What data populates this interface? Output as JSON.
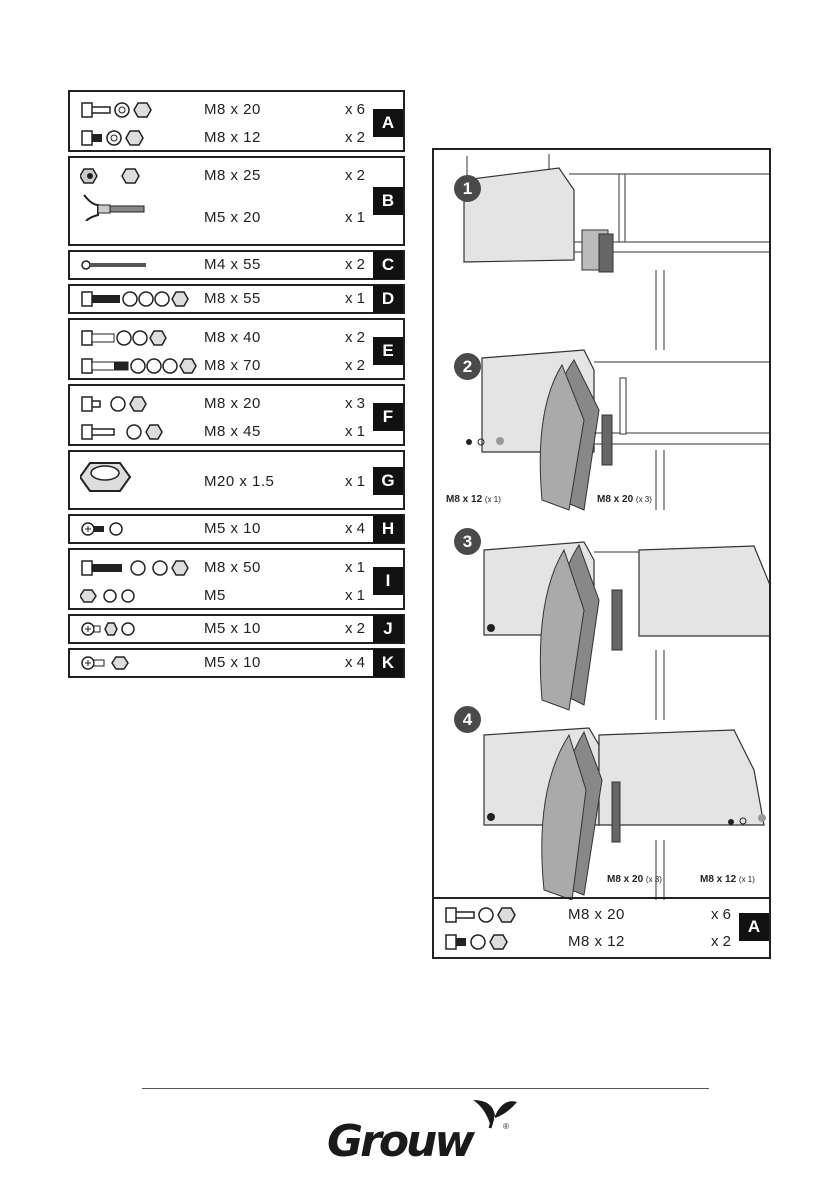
{
  "parts": {
    "A": {
      "letter": "A",
      "rows": [
        {
          "spec": "M8 x 20",
          "qty": "x 6"
        },
        {
          "spec": "M8 x 12",
          "qty": "x 2"
        }
      ]
    },
    "B": {
      "letter": "B",
      "rows": [
        {
          "spec": "M8 x 25",
          "qty": "x 2"
        },
        {
          "spec": "M5 x 20",
          "qty": "x 1"
        }
      ]
    },
    "C": {
      "letter": "C",
      "rows": [
        {
          "spec": "M4 x 55",
          "qty": "x 2"
        }
      ]
    },
    "D": {
      "letter": "D",
      "rows": [
        {
          "spec": "M8 x 55",
          "qty": "x 1"
        }
      ]
    },
    "E": {
      "letter": "E",
      "rows": [
        {
          "spec": "M8 x 40",
          "qty": "x 2"
        },
        {
          "spec": "M8 x 70",
          "qty": "x 2"
        }
      ]
    },
    "F": {
      "letter": "F",
      "rows": [
        {
          "spec": "M8 x 20",
          "qty": "x 3"
        },
        {
          "spec": "M8 x 45",
          "qty": "x 1"
        }
      ]
    },
    "G": {
      "letter": "G",
      "rows": [
        {
          "spec": "M20 x 1.5",
          "qty": "x 1"
        }
      ]
    },
    "H": {
      "letter": "H",
      "rows": [
        {
          "spec": "M5 x 10",
          "qty": "x 4"
        }
      ]
    },
    "I": {
      "letter": "I",
      "rows": [
        {
          "spec": "M8 x 50",
          "qty": "x 1"
        },
        {
          "spec": "M5",
          "qty": "x 1"
        }
      ]
    },
    "J": {
      "letter": "J",
      "rows": [
        {
          "spec": "M5 x 10",
          "qty": "x 2"
        }
      ]
    },
    "K": {
      "letter": "K",
      "rows": [
        {
          "spec": "M5 x 10",
          "qty": "x 4"
        }
      ]
    }
  },
  "steps": {
    "s1": "1",
    "s2": "2",
    "s3": "3",
    "s4": "4",
    "callouts": {
      "c2a_main": "M8 x 12",
      "c2a_count": "(x 1)",
      "c2b_main": "M8 x 20",
      "c2b_count": "(x 3)",
      "c4a_main": "M8 x 20",
      "c4a_count": "(x 3)",
      "c4b_main": "M8 x 12",
      "c4b_count": "(x 1)"
    }
  },
  "panel_key": {
    "letter": "A",
    "rows": [
      {
        "spec": "M8 x 20",
        "qty": "x 6"
      },
      {
        "spec": "M8 x 12",
        "qty": "x 2"
      }
    ]
  },
  "brand": {
    "name": "Grouw",
    "registered": "®"
  }
}
